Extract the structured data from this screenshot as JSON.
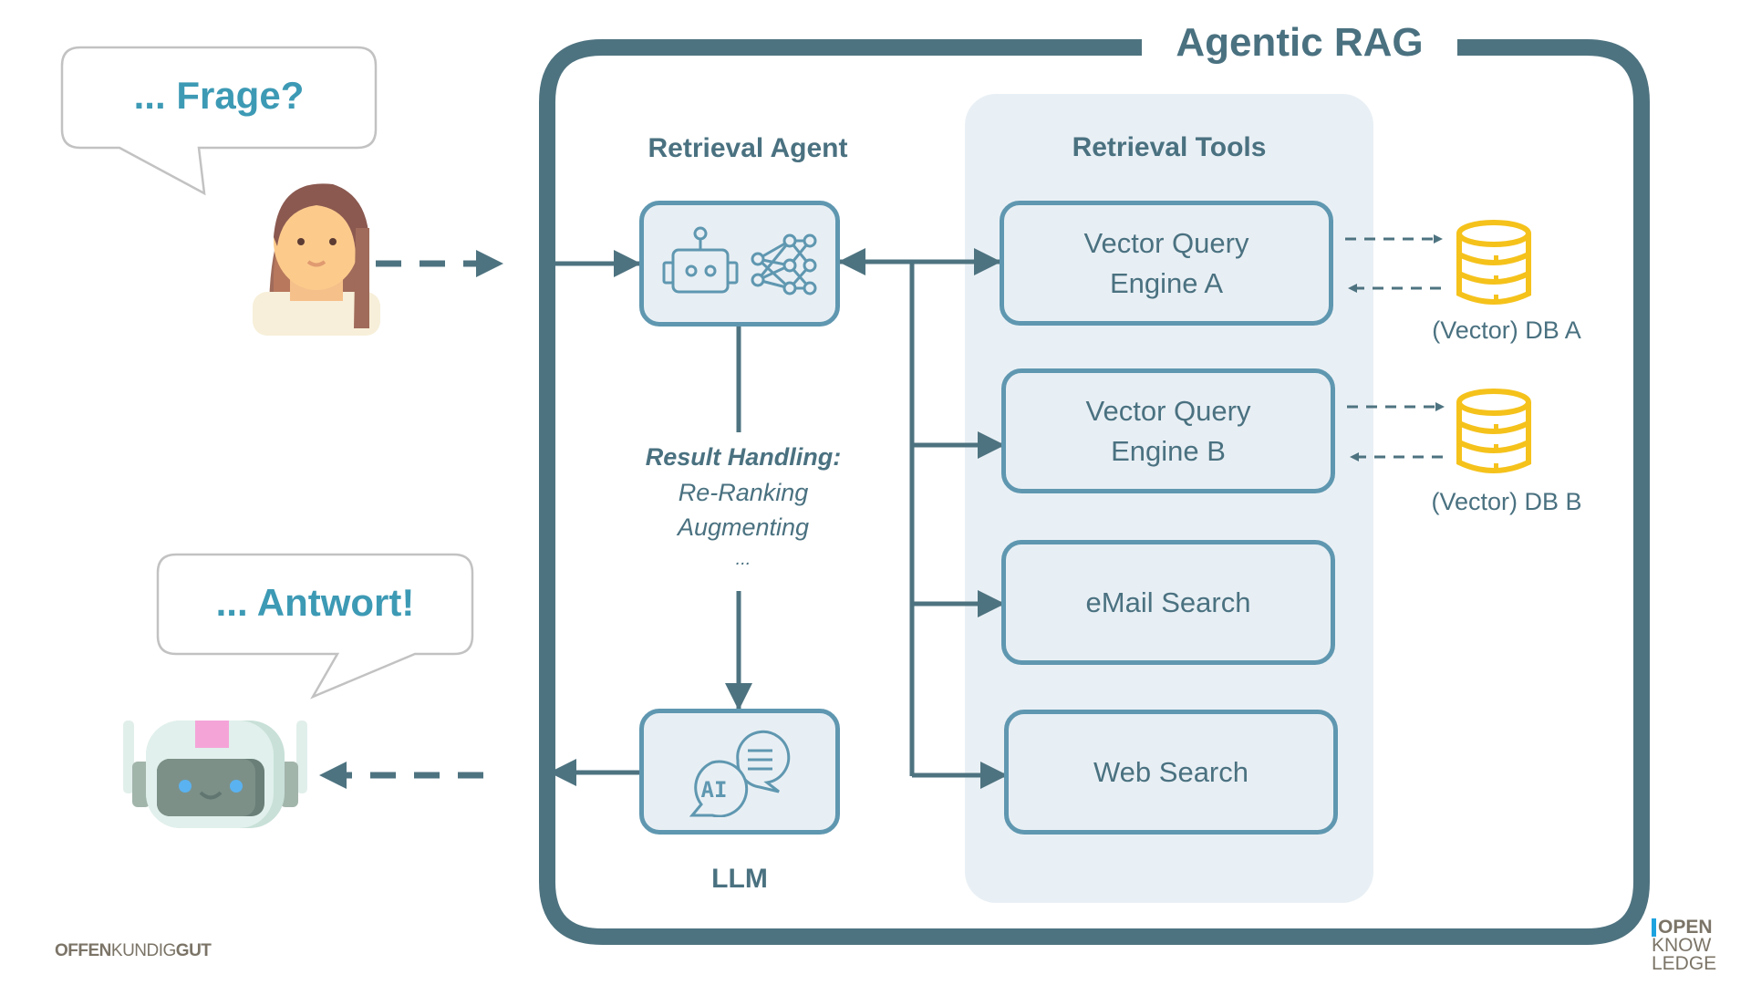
{
  "title": "Agentic RAG",
  "user_bubble": {
    "text": "... Frage?"
  },
  "bot_bubble": {
    "text": "... Antwort!"
  },
  "agent": {
    "heading": "Retrieval Agent",
    "icons": [
      "robot-icon",
      "neural-network-icon"
    ]
  },
  "result_handling": {
    "heading": "Result Handling:",
    "lines": [
      "Re-Ranking",
      "Augmenting",
      "..."
    ]
  },
  "llm": {
    "label": "LLM",
    "icon": "ai-chat-icon",
    "icon_text": "AI"
  },
  "tools": {
    "heading": "Retrieval Tools",
    "items": [
      {
        "line1": "Vector Query",
        "line2": "Engine A"
      },
      {
        "line1": "Vector Query",
        "line2": "Engine B"
      },
      {
        "line1": "eMail Search",
        "line2": ""
      },
      {
        "line1": "Web Search",
        "line2": ""
      }
    ]
  },
  "databases": [
    {
      "label": "(Vector) DB A",
      "icon": "database-icon"
    },
    {
      "label": "(Vector) DB B",
      "icon": "database-icon"
    }
  ],
  "footer": {
    "left_logo": {
      "part1": "OFFEN",
      "part2": "KUNDIG",
      "part3": "GUT"
    },
    "right_logo": {
      "line1": "OPEN",
      "line2": "KNOW",
      "line3": "LEDGE"
    }
  },
  "colors": {
    "frame": "#4e7380",
    "box_border": "#5f97b0",
    "box_fill": "#e8eff4",
    "panel_fill": "#e9f0f5",
    "bubble_text": "#3d9ab5",
    "db_yellow": "#f5c21b"
  }
}
